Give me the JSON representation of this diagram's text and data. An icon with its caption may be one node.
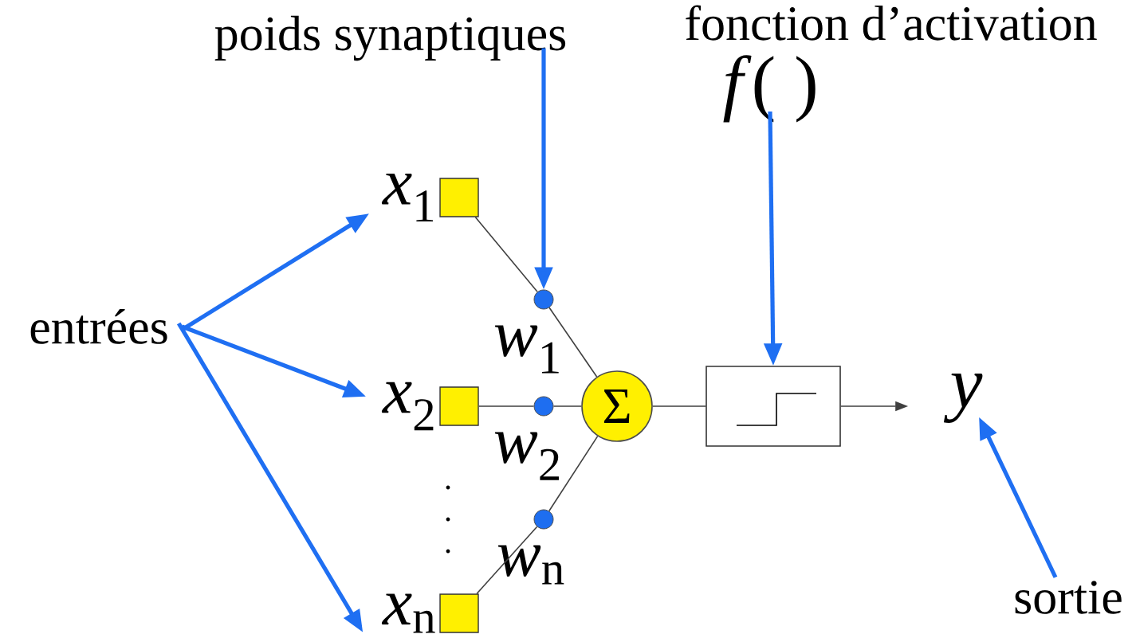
{
  "diagram": {
    "nodes": [
      {
        "text": [
          "entrées"
        ]
      },
      {
        "text": [],
        "shape": "box",
        "beside": [
          "*x*$_{1}$"
        ]
      },
      {
        "text": [],
        "shape": "box",
        "beside": [
          "*x*$_{2}$"
        ]
      },
      {
        "text": [],
        "shape": "box",
        "beside": [
          "*x*$_{n}$"
        ]
      },
      {
        "text": [],
        "shape": "circle",
        "beside": [
          "*w*$_{1}$"
        ]
      },
      {
        "text": [],
        "shape": "circle",
        "beside": [
          "*w*$_{2}$"
        ]
      },
      {
        "text": [],
        "shape": "circle",
        "beside": [
          "*w*$_{n}$"
        ]
      },
      {
        "text": [
          "Σ"
        ]
      },
      {
        "text": [],
        "shape": "box"
      },
      {
        "text": [
          "fonction d’activation",
          "*f*( )"
        ]
      },
      {
        "text": [
          "poids synaptiques"
        ]
      },
      {
        "text": [
          "y"
        ]
      },
      {
        "text": [
          "sortie"
        ]
      }
    ],
    "edges": [
      {
        "from": 0,
        "to": 1,
        "arrow": "to",
        "style": "thick",
        "color": "#1f6ff2"
      },
      {
        "from": 0,
        "to": 2,
        "arrow": "to",
        "style": "thick",
        "color": "#1f6ff2"
      },
      {
        "from": 0,
        "to": 3,
        "arrow": "to",
        "style": "thick",
        "color": "#1f6ff2"
      },
      {
        "from": 1,
        "to": 4,
        "arrow": "none"
      },
      {
        "from": 4,
        "to": 7,
        "arrow": "none"
      },
      {
        "from": 2,
        "to": 5,
        "arrow": "none"
      },
      {
        "from": 5,
        "to": 7,
        "arrow": "none"
      },
      {
        "from": 3,
        "to": 6,
        "arrow": "none"
      },
      {
        "from": 6,
        "to": 7,
        "arrow": "none"
      },
      {
        "from": 7,
        "to": 8,
        "arrow": "none"
      },
      {
        "from": 8,
        "to": 11,
        "arrow": "to"
      },
      {
        "from": 10,
        "to": 4,
        "arrow": "to",
        "style": "thick",
        "color": "#1f6ff2"
      },
      {
        "from": 9,
        "to": 8,
        "arrow": "to",
        "style": "thick",
        "color": "#1f6ff2"
      },
      {
        "from": 12,
        "to": 11,
        "arrow": "to",
        "style": "thick",
        "color": "#1f6ff2"
      }
    ]
  }
}
